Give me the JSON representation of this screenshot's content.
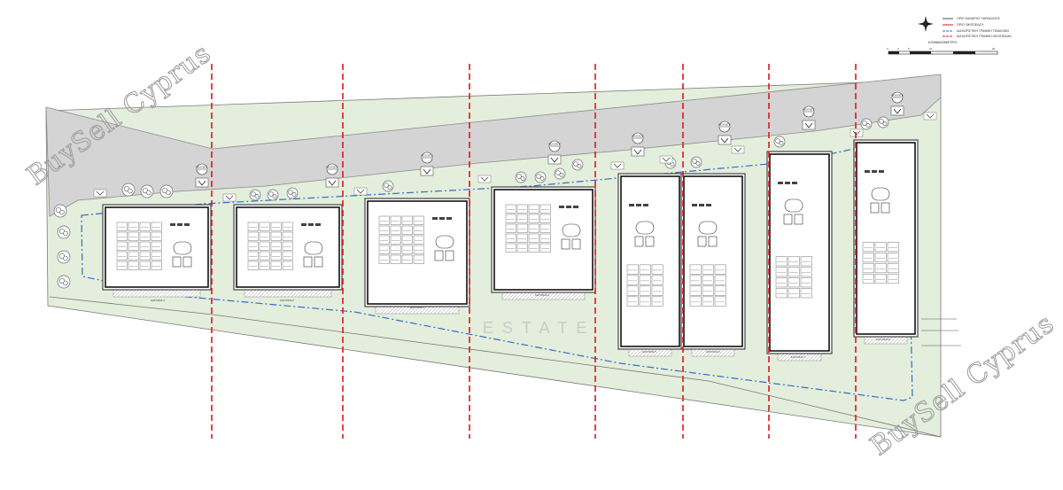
{
  "watermarks": {
    "top_left": "BuySell Cyprus",
    "bottom_right": "BuySell Cyprus",
    "center": "ESTATE"
  },
  "legend": {
    "title": "ΚΛΙΜΑΚΟΜΕΤΡΟ",
    "line1": "ΟΡΙΟ ΚΑΘΑΡΗΣ ΠΑΡΑΚΛΙΣΗΣ",
    "line2": "ΟΡΙΟ ΟΙΚΟΠΕΔΟΥ",
    "line3": "ΔΙΑΧΩΡΙΣΤΙΚΗ ΓΡΑΜΜΗ ΤΕΜΑΧΙΩΝ",
    "line4": "ΔΙΑΧΩΡΙΣΤΙΚΗ ΓΡΑΜΜΗ ΟΙΚΟΠΕΔΩΝ",
    "scale_ticks": [
      "0",
      "2",
      "5",
      "10",
      "20"
    ]
  },
  "colors": {
    "road": "#d4d4d4",
    "green_area": "#e4eedc",
    "plot_fill": "#ffffff",
    "divider": "#e0141c",
    "boundary": "#2f6fc4"
  },
  "houses": [
    {
      "id": "house-1",
      "marker": "HOUSE 1",
      "label": "ΚΑΤΟΙΚΙΑ 1"
    },
    {
      "id": "house-2",
      "marker": "HOUSE 2",
      "label": "ΚΑΤΟΙΚΙΑ 2"
    },
    {
      "id": "house-3",
      "marker": "HOUSE 3",
      "label": "ΚΑΤΟΙΚΙΑ 3"
    },
    {
      "id": "house-4",
      "marker": "HOUSE 4",
      "label": "ΚΑΤΟΙΚΙΑ 4"
    },
    {
      "id": "house-5",
      "marker": "HOUSE 5",
      "label": "ΚΑΤΟΙΚΙΑ 5"
    },
    {
      "id": "house-6",
      "marker": "HOUSE 6",
      "label": "ΚΑΤΟΙΚΙΑ 6"
    },
    {
      "id": "house-7",
      "marker": "HOUSE 7",
      "label": "ΚΑΤΟΙΚΙΑ 7"
    },
    {
      "id": "house-8",
      "marker": "HOUSE 8",
      "label": "ΚΑΤΟΙΚΙΑ 8"
    }
  ]
}
